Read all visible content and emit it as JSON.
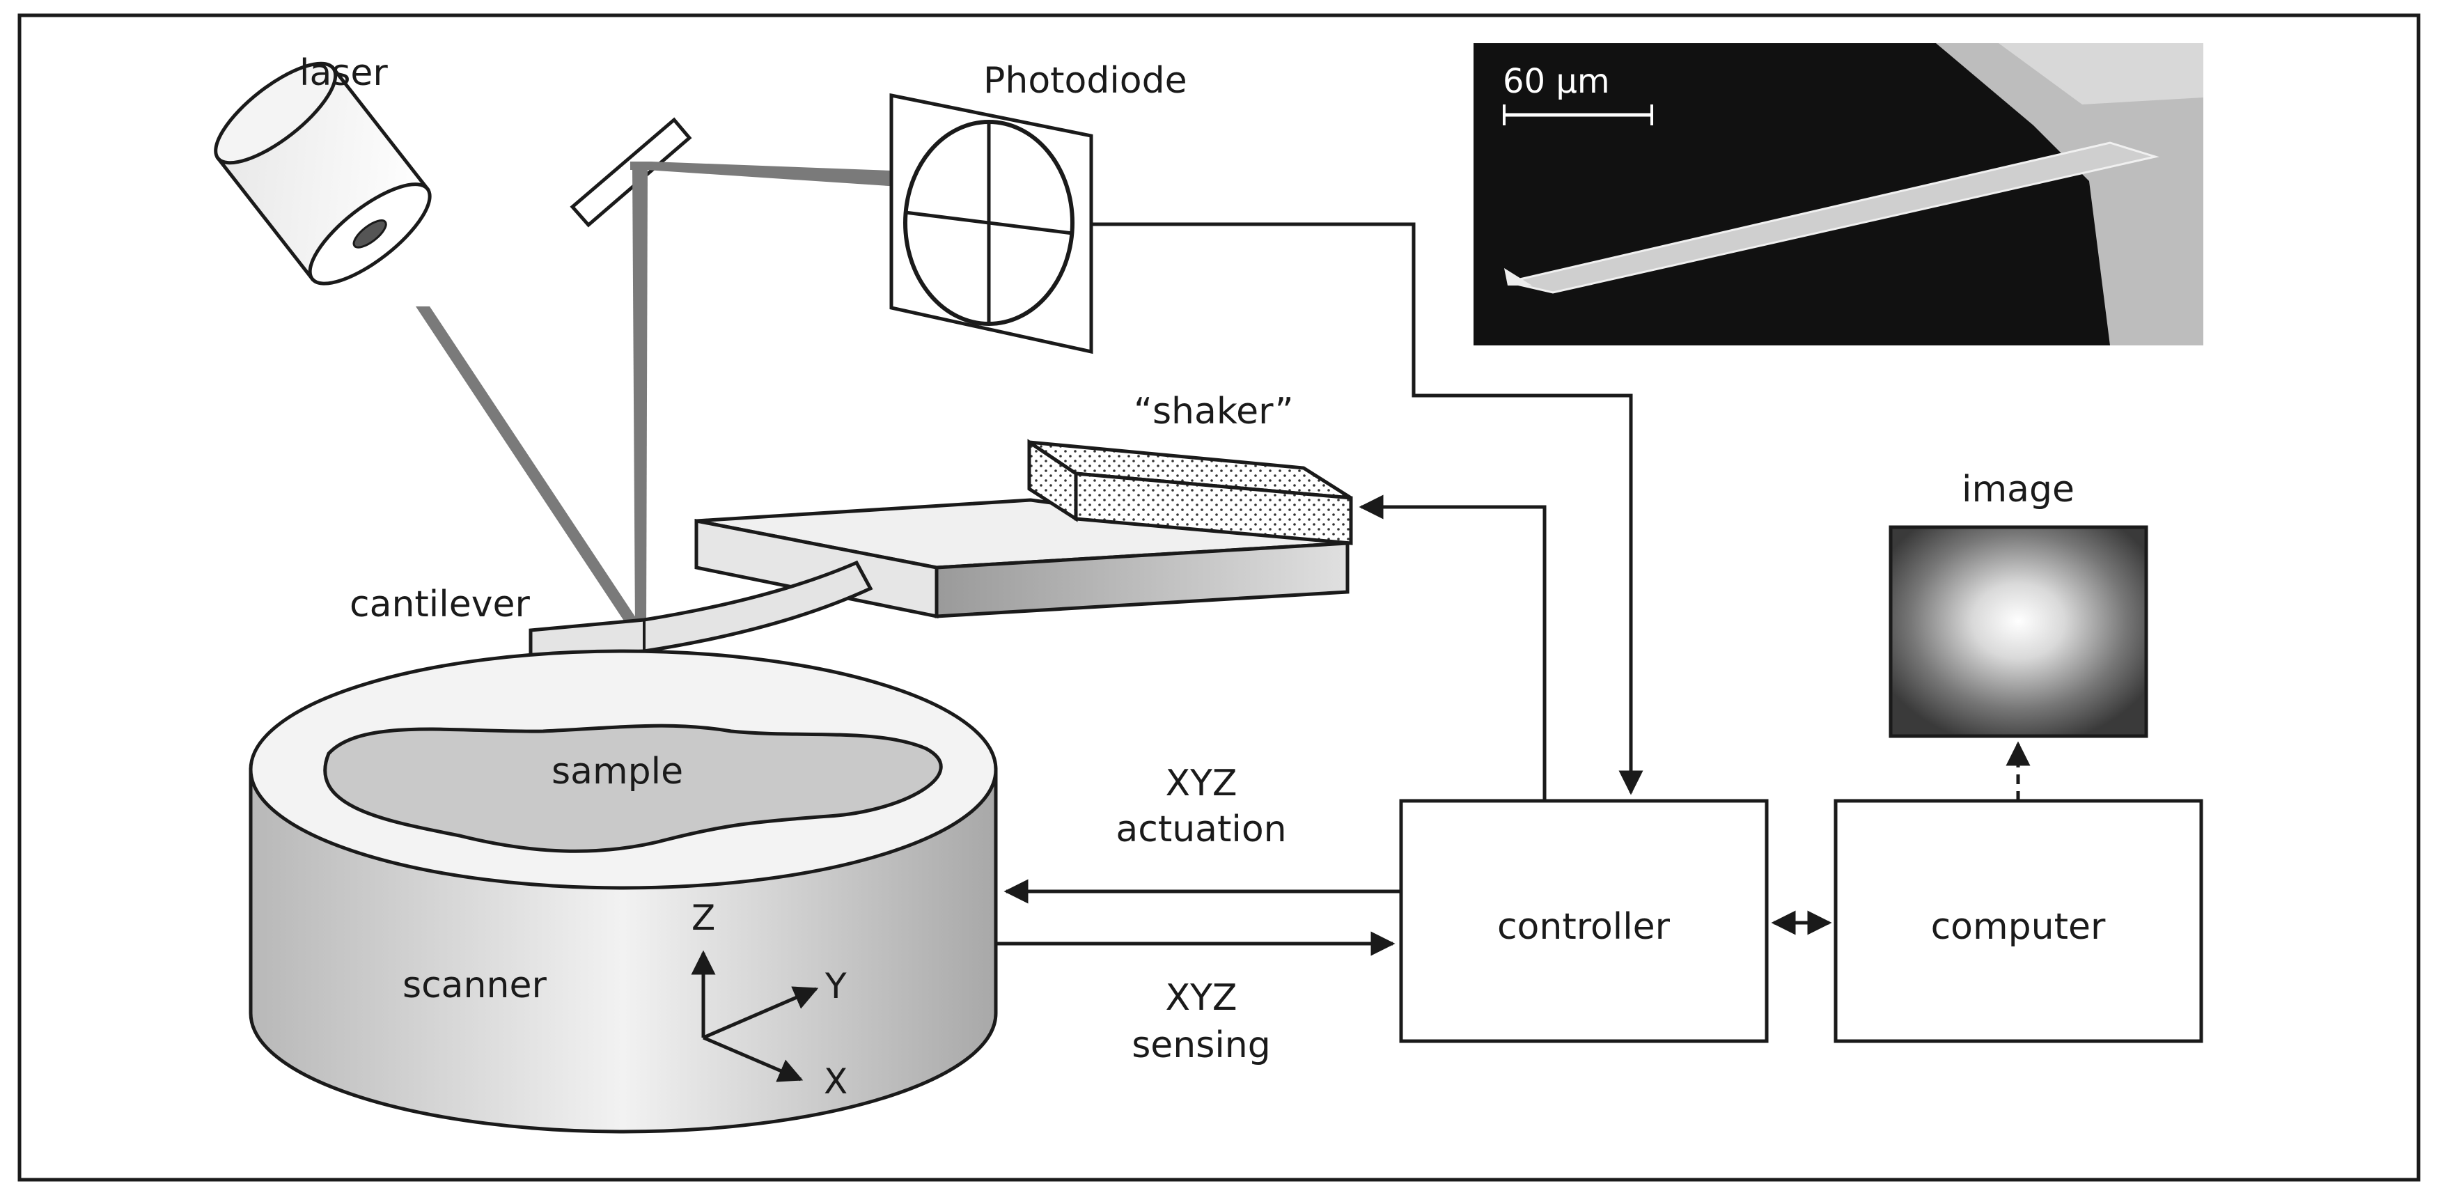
{
  "labels": {
    "laser": "laser",
    "photodiode": "Photodiode",
    "shaker": "“shaker”",
    "cantilever": "cantilever",
    "sample": "sample",
    "scanner": "scanner",
    "image": "image",
    "controller": "controller",
    "computer": "computer",
    "xyz_actuation_1": "XYZ",
    "xyz_actuation_2": "actuation",
    "xyz_sensing_1": "XYZ",
    "xyz_sensing_2": "sensing",
    "axis_z": "Z",
    "axis_y": "Y",
    "axis_x": "X",
    "scale_bar": "60 µm"
  },
  "colors": {
    "line": "#1a1a1a",
    "beam": "#7a7a7a",
    "micrograph_bg": "#111111"
  }
}
